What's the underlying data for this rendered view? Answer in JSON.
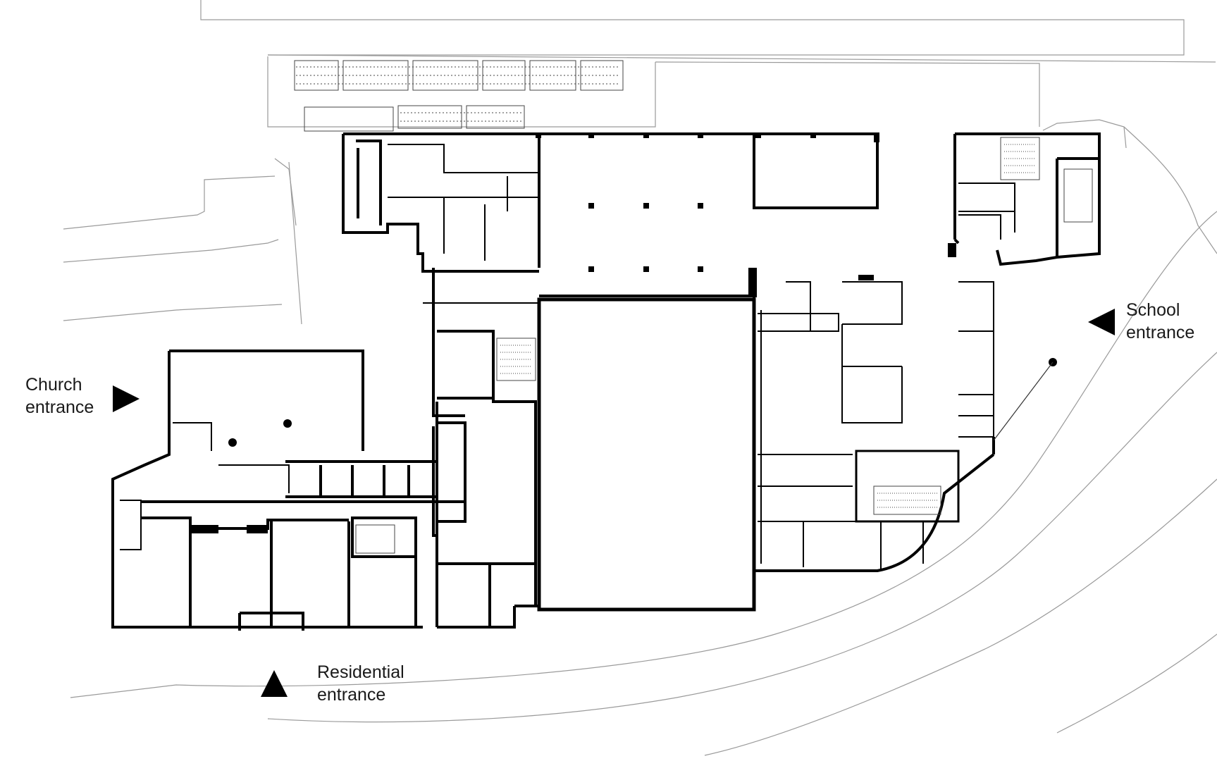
{
  "labels": {
    "church": {
      "line1": "Church",
      "line2": "entrance"
    },
    "school": {
      "line1": "School",
      "line2": "entrance"
    },
    "residential": {
      "line1": "Residential",
      "line2": "entrance"
    }
  },
  "colors": {
    "wall": "#000000",
    "thin": "#9a9a9a",
    "background": "#ffffff"
  }
}
